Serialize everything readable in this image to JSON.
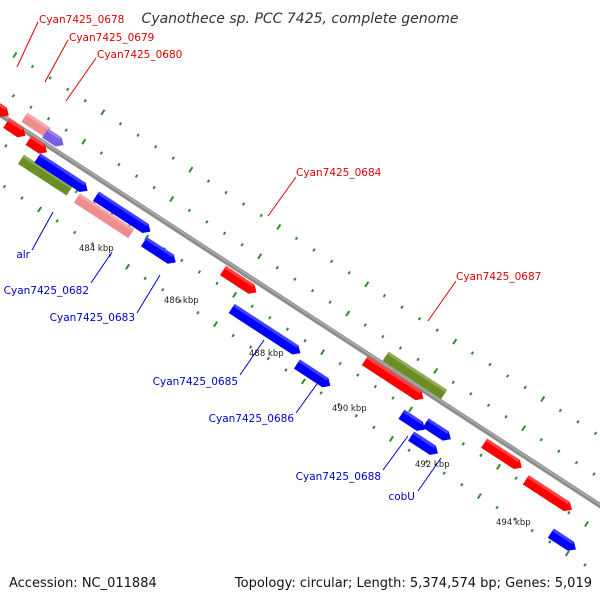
{
  "title": "Cyanothece sp. PCC 7425, complete genome",
  "footer": {
    "accession": "Accession: NC_011884",
    "summary": "Topology: circular; Length: 5,374,574 bp; Genes: 5,019"
  },
  "colors": {
    "backbone": "#888888",
    "tick": "#2e8b2e",
    "label_red": "#dd0000",
    "label_blue": "#0000cc",
    "tick_text": "#222222"
  },
  "tick_labels": [
    "484 kbp",
    "486 kbp",
    "488 kbp",
    "490 kbp",
    "492 kbp",
    "494 kbp"
  ],
  "gene_labels": {
    "g0678": "Cyan7425_0678",
    "g0679": "Cyan7425_0679",
    "g0680": "Cyan7425_0680",
    "g0684": "Cyan7425_0684",
    "g0687": "Cyan7425_0687",
    "alr": "alr",
    "g0682": "Cyan7425_0682",
    "g0683": "Cyan7425_0683",
    "g0685": "Cyan7425_0685",
    "g0686": "Cyan7425_0686",
    "g0688": "Cyan7425_0688",
    "cobU": "cobU"
  },
  "gene_colors": {
    "red": "#ff0000",
    "pink": "#f08c8c",
    "purple": "#7a5ce6",
    "blue": "#0000ff",
    "olive": "#6b8e23"
  }
}
